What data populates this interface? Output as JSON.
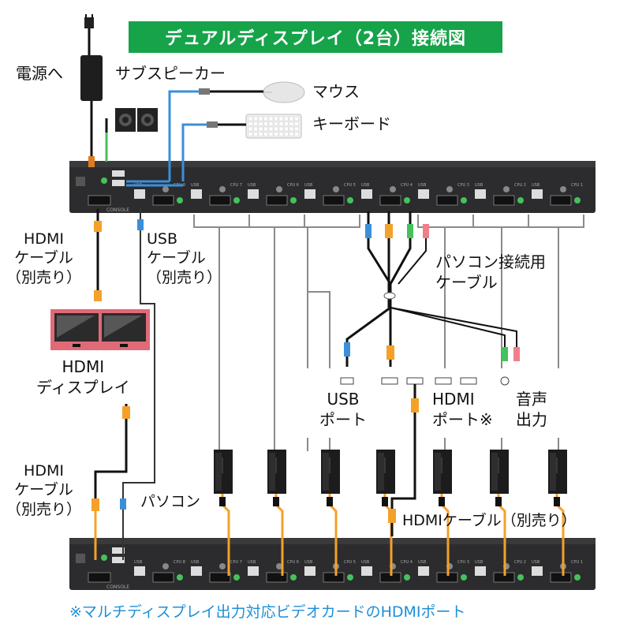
{
  "title": "デュアルディスプレイ（2台）接続図",
  "labels": {
    "power": "電源へ",
    "subwoofer": "サブスピーカー",
    "mouse": "マウス",
    "keyboard": "キーボード",
    "hdmi_cable_top": "HDMI\nケーブル\n（別売り）",
    "usb_cable": "USB\nケーブル\n（別売り）",
    "hdmi_display": "HDMI\nディスプレイ",
    "hdmi_cable_bottom": "HDMI\nケーブル\n（別売り）",
    "pc": "パソコン",
    "pc_cable": "パソコン接続用\nケーブル",
    "usb_port": "USB\nポート",
    "hdmi_port": "HDMI\nポート※",
    "audio_out": "音声\n出力",
    "hdmi_cable_pc": "HDMIケーブル（別売り）"
  },
  "footnote": "※マルチディスプレイ出力対応ビデオカードのHDMIポート",
  "device_labels": {
    "console": "CONSOLE",
    "usb": "USB",
    "cpu_ports": [
      "CPU 8",
      "CPU 7",
      "CPU 6",
      "CPU 5",
      "CPU 4",
      "CPU 3",
      "CPU 2",
      "CPU 1"
    ]
  },
  "colors": {
    "title_bg": "#16a34a",
    "footnote": "#1d8fd6",
    "usb_cable": "#3b8fd9",
    "hdmi_cable": "#f4a12a",
    "audio_cable": "#44c25b",
    "mic_cable": "#f07f8a",
    "bracket": "#8a8a8a",
    "display_frame": "#e06a78"
  },
  "icons": [
    "power-adapter-icon",
    "speaker-icon",
    "mouse-icon",
    "keyboard-icon",
    "display-icon",
    "pc-tower-icon",
    "usb-plug-icon",
    "hdmi-plug-icon",
    "audio-jack-icon",
    "kvm-switch-icon"
  ]
}
